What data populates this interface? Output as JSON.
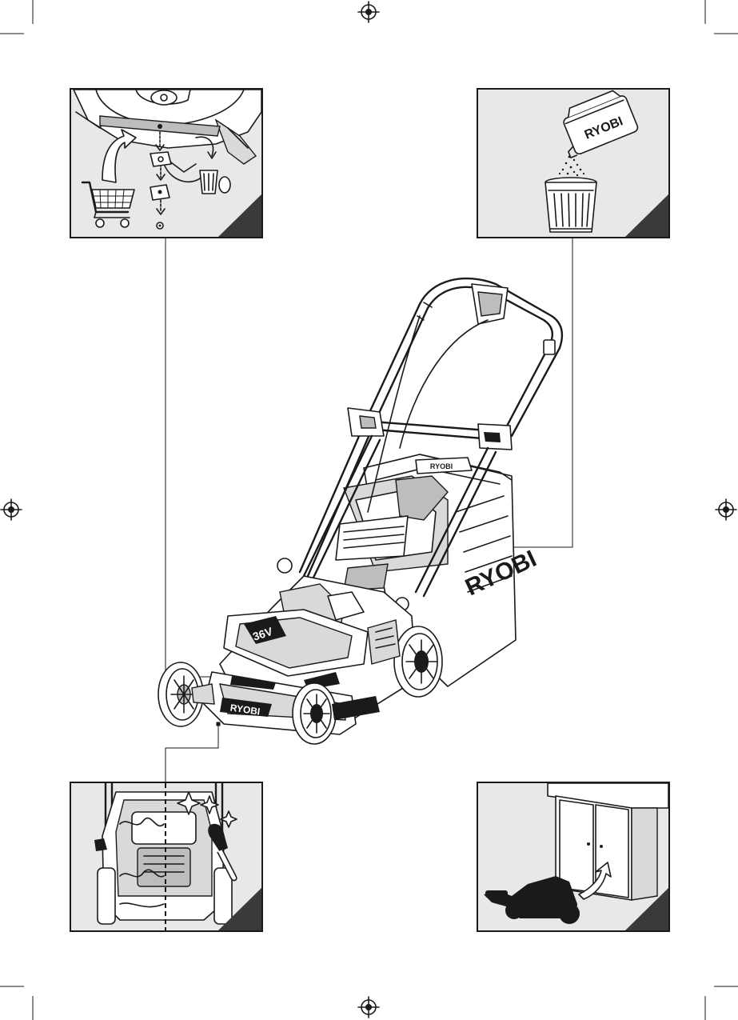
{
  "brand": {
    "logo_text": "RYOBI",
    "battery_label": "36V"
  },
  "panels": [
    {
      "id": "blade-replacement"
    },
    {
      "id": "battery-disposal"
    },
    {
      "id": "cleaning"
    },
    {
      "id": "storage"
    }
  ],
  "icons": [
    "registration-mark-icon",
    "shopping-cart-icon",
    "trash-bin-icon",
    "arrow-icon",
    "corner-triangle-icon"
  ],
  "colors": {
    "ink": "#1a1a1a",
    "panel_bg": "#e8e8e8",
    "paper": "#ffffff"
  }
}
